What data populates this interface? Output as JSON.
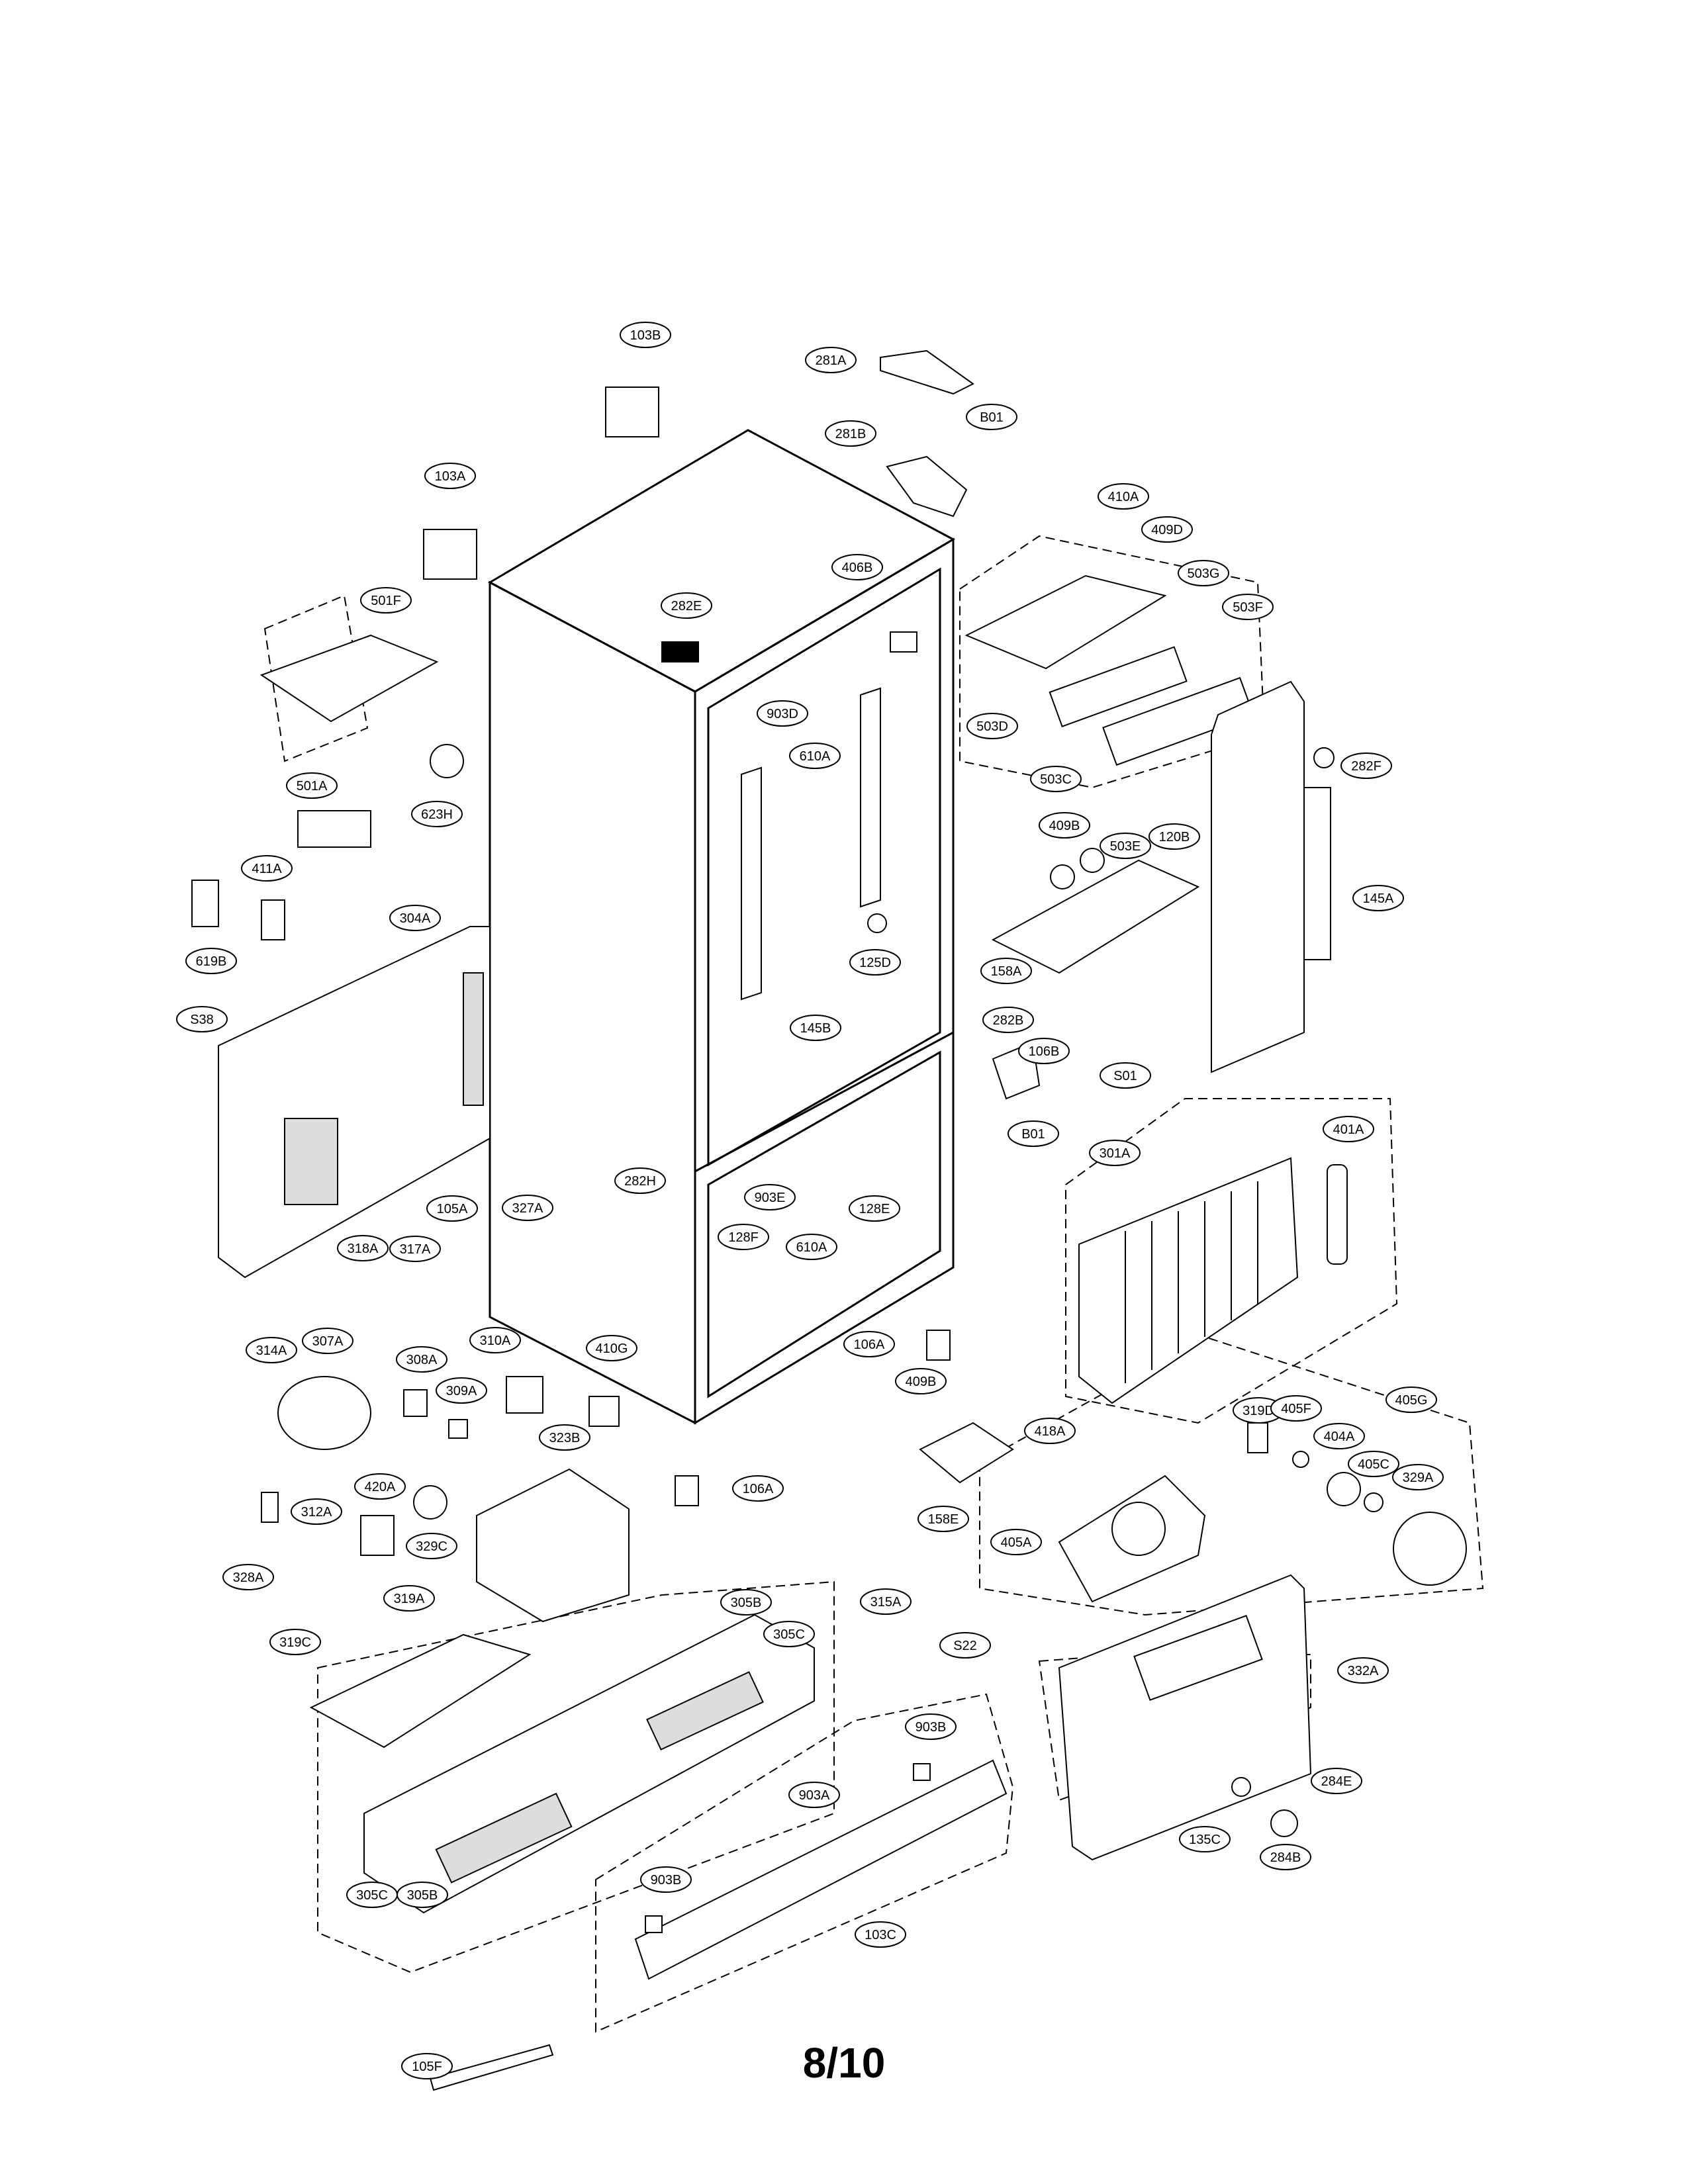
{
  "page_number": "8/10",
  "callouts": [
    "103B",
    "281A",
    "B01",
    "281B",
    "103A",
    "410A",
    "409D",
    "406B",
    "503G",
    "282E",
    "501F",
    "503F",
    "903D",
    "610A",
    "503D",
    "503C",
    "282F",
    "501A",
    "623H",
    "409B",
    "120B",
    "411A",
    "503E",
    "145A",
    "304A",
    "619B",
    "125D",
    "158A",
    "S38",
    "145B",
    "282B",
    "106B",
    "S01",
    "B01",
    "301A",
    "401A",
    "282H",
    "903E",
    "128E",
    "105A",
    "327A",
    "128F",
    "610A",
    "318A",
    "317A",
    "106A",
    "314A",
    "307A",
    "310A",
    "410G",
    "308A",
    "309A",
    "409B",
    "418A",
    "319D",
    "405F",
    "405G",
    "404A",
    "405C",
    "329A",
    "323B",
    "420A",
    "106A",
    "312A",
    "158E",
    "405A",
    "329C",
    "328A",
    "319A",
    "305B",
    "315A",
    "305C",
    "319C",
    "S22",
    "332A",
    "903B",
    "903A",
    "284E",
    "305C",
    "305B",
    "135C",
    "284B",
    "903B",
    "103C",
    "105F"
  ]
}
